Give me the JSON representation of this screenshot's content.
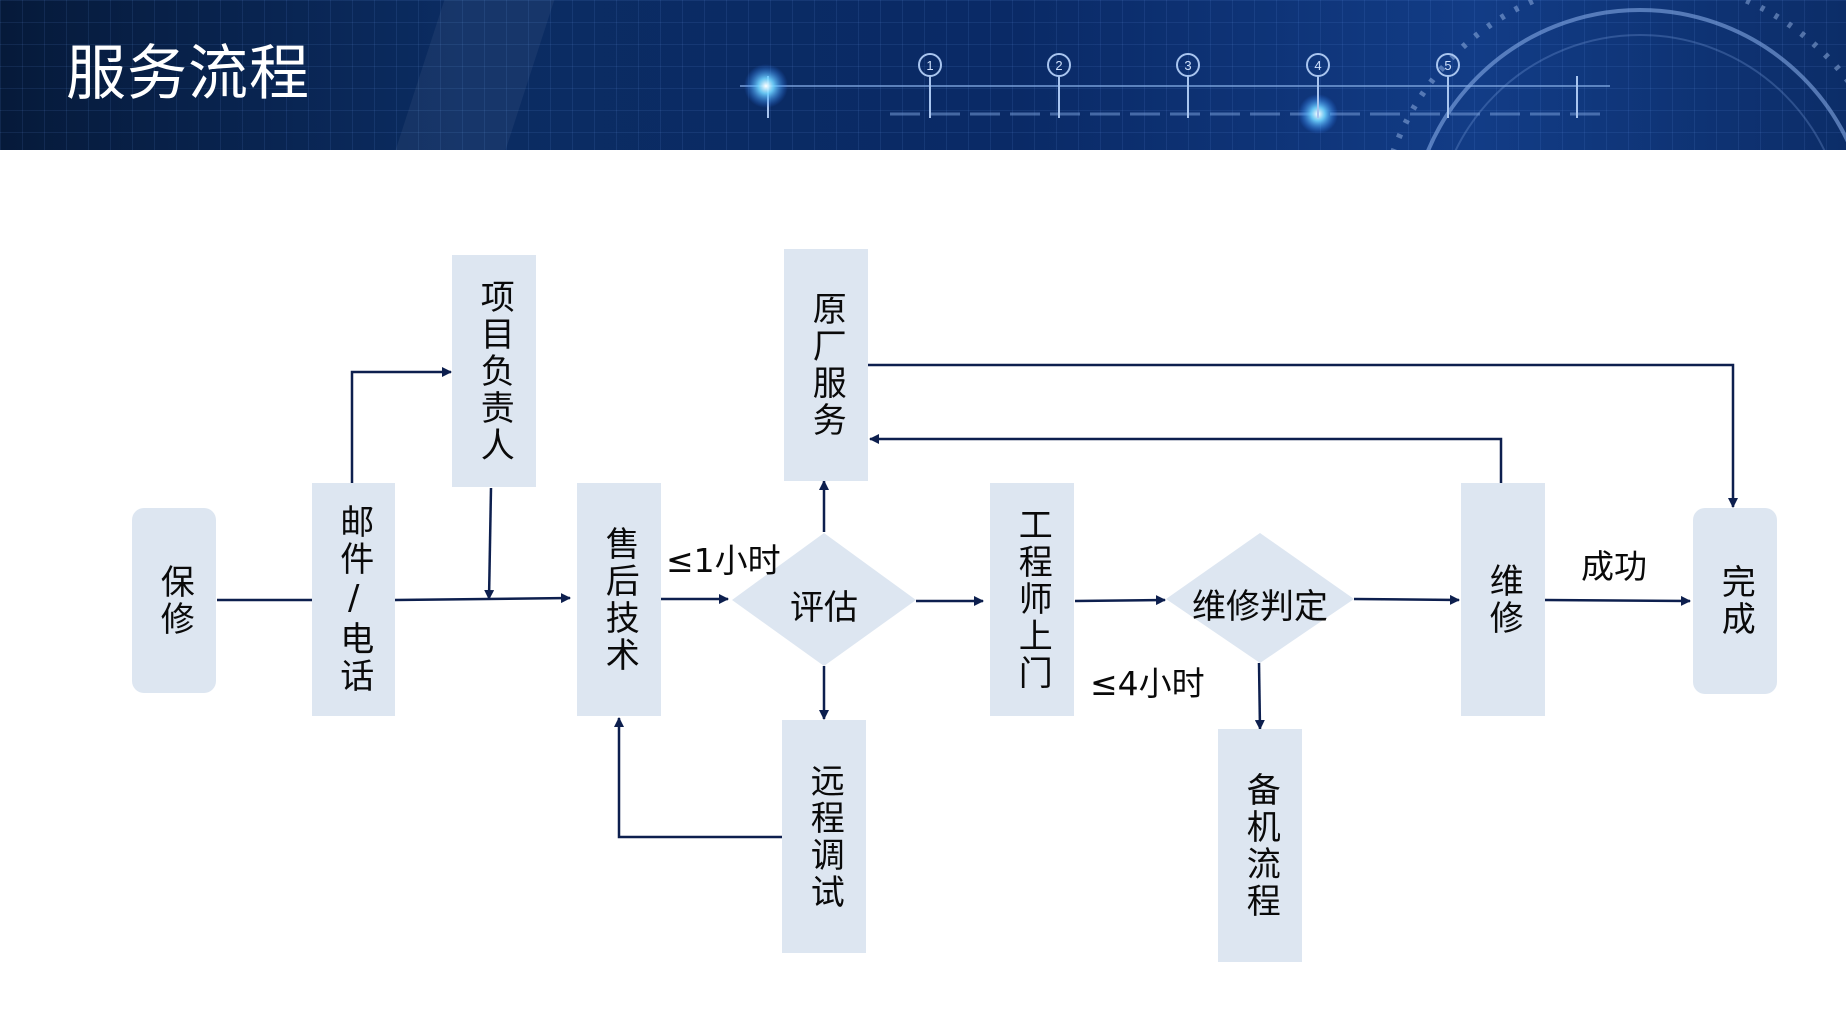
{
  "title": "服务流程",
  "colors": {
    "header_dark": "#061a3a",
    "header_light": "#123c86",
    "box_fill": "#dde6f1",
    "arrow": "#0d1f4e",
    "text": "#0a0a0a"
  },
  "header_timeline": {
    "steps": [
      "1",
      "2",
      "3",
      "4",
      "5"
    ]
  },
  "nodes": {
    "baoxiu": "保修",
    "youjian_dianhua": "邮件/电话",
    "xiangmu_fuzeren": "项目负责人",
    "shouhou_jishu": "售后技术",
    "pinggu": "评估",
    "yuanchang_fuwu": "原厂服务",
    "yuancheng_tiaoshi": "远程调试",
    "gongchengshi_shangmen": "工程师上门",
    "weixiu_panding": "维修判定",
    "beiji_liucheng": "备机流程",
    "weixiu": "维修",
    "wancheng": "完成"
  },
  "labels": {
    "within_1h": "≤1小时",
    "within_4h": "≤4小时",
    "success": "成功"
  }
}
